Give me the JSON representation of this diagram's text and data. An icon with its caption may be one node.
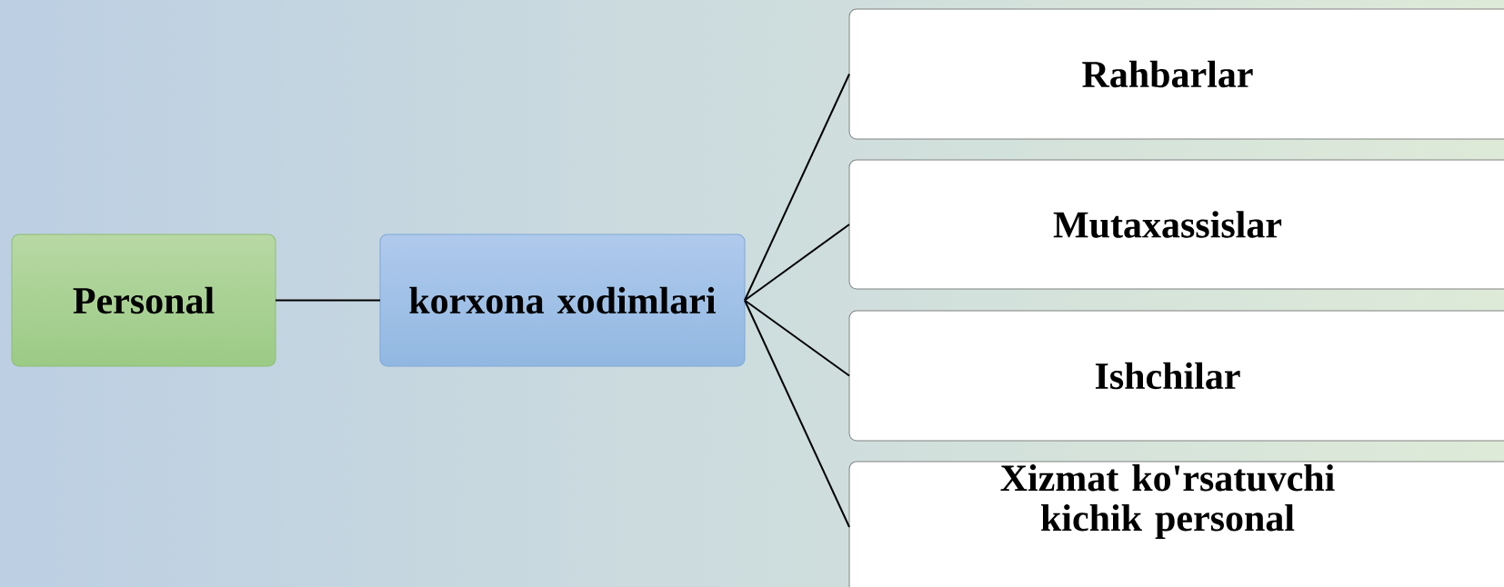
{
  "diagram": {
    "nodes": [
      {
        "text": [
          "Personal"
        ]
      },
      {
        "text": [
          "korxona xodimlari"
        ]
      },
      {
        "text": [
          "Rahbarlar"
        ]
      },
      {
        "text": [
          "Mutaxassislar"
        ]
      },
      {
        "text": [
          "Ishchilar"
        ]
      },
      {
        "text": [
          "Xizmat ko'rsatuvchi kichik personal"
        ]
      }
    ],
    "edges": [
      {
        "from": 0,
        "to": 1,
        "arrow": "none"
      },
      {
        "from": 1,
        "to": 2,
        "arrow": "none"
      },
      {
        "from": 1,
        "to": 3,
        "arrow": "none"
      },
      {
        "from": 1,
        "to": 4,
        "arrow": "none"
      },
      {
        "from": 1,
        "to": 5,
        "arrow": "none"
      }
    ]
  }
}
